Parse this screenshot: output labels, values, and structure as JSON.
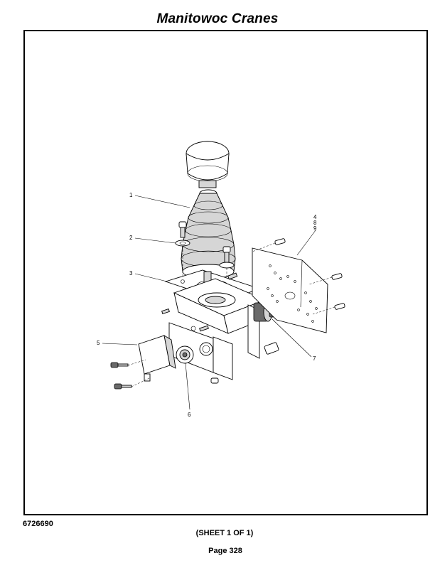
{
  "header": {
    "title": "Manitowoc Cranes"
  },
  "footer": {
    "doc_number": "6726690",
    "sheet": "(SHEET 1 OF 1)",
    "page": "Page 328"
  },
  "diagram": {
    "callouts": [
      "1",
      "2",
      "3",
      "4",
      "8",
      "9",
      "5",
      "6",
      "7"
    ]
  }
}
